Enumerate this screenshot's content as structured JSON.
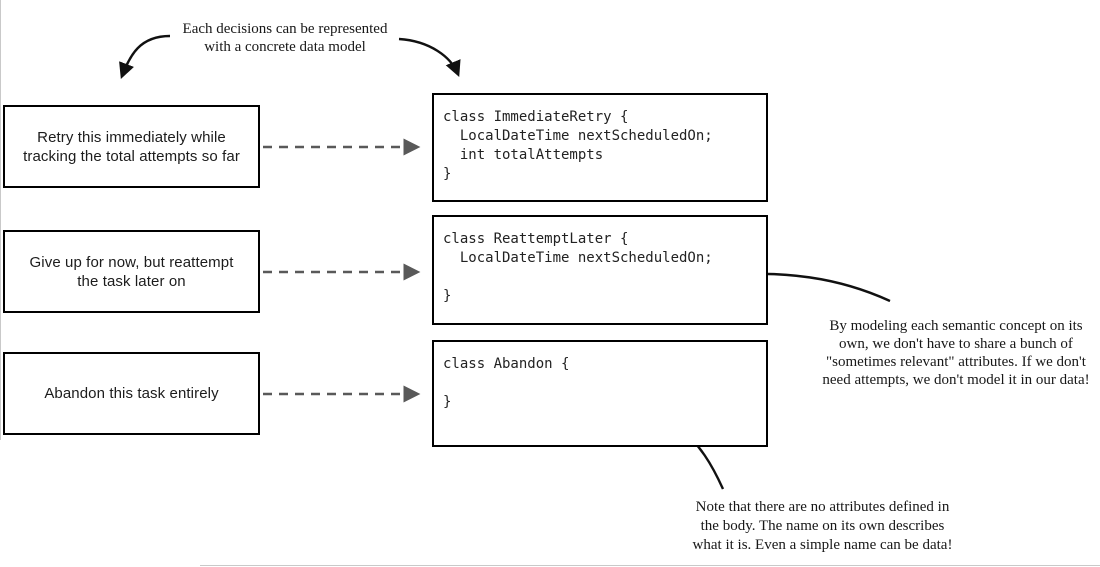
{
  "colors": {
    "background": "#ffffff",
    "box_border": "#000000",
    "dashed_arrow": "#595959",
    "curved_arrow": "#111111",
    "text": "#1c1c1c"
  },
  "top_annotation": {
    "text": "Each  decisions can be represented\nwith a concrete data model"
  },
  "decision_boxes": [
    {
      "label": "Retry this immediately while tracking the total attempts so far"
    },
    {
      "label": "Give up for now, but reattempt the task later on"
    },
    {
      "label": "Abandon this task entirely"
    }
  ],
  "code_boxes": [
    {
      "class_name": "ImmediateRetry",
      "code": "class ImmediateRetry {\n  LocalDateTime nextScheduledOn;\n  int totalAttempts\n}"
    },
    {
      "class_name": "ReattemptLater",
      "code": "class ReattemptLater {\n  LocalDateTime nextScheduledOn;\n\n}"
    },
    {
      "class_name": "Abandon",
      "code": "class Abandon {\n\n}"
    }
  ],
  "side_annotation": {
    "text": "By modeling each semantic concept on its\nown, we don't have to share a bunch of\n\"sometimes relevant\" attributes. If we don't\nneed attempts, we don't model it in our data!"
  },
  "bottom_annotation": {
    "text": "Note that there are no attributes defined in\nthe body. The name on its own describes\nwhat it is. Even a simple name can be data!"
  },
  "connectors": {
    "dashed_arrows": [
      "retry-box-to-immediateretry-code",
      "giveup-box-to-reattemptlater-code",
      "abandon-box-to-abandon-code"
    ],
    "curved_arrows": [
      "top-annotation-to-decision-boxes",
      "top-annotation-to-code-boxes",
      "side-annotation-to-reattemptlater-body",
      "bottom-annotation-to-abandon-body"
    ]
  }
}
